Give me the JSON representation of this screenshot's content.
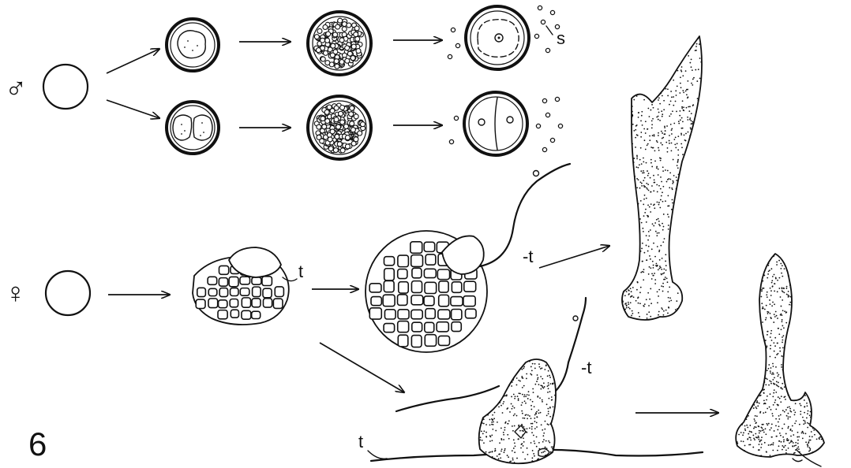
{
  "figure": {
    "number": "6",
    "symbols": {
      "male": "♂",
      "female": "♀"
    },
    "labels": {
      "s": "s",
      "t1": "t",
      "t2": "-t",
      "t3": "-t",
      "t4": "t"
    }
  }
}
